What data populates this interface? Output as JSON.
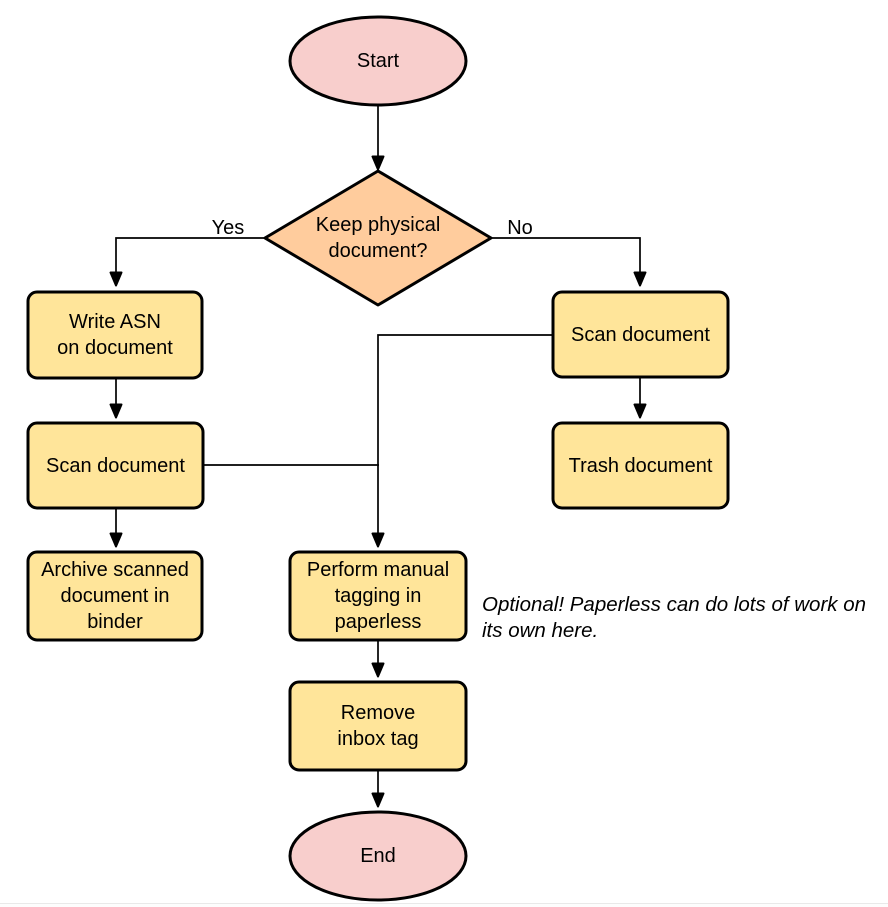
{
  "colors": {
    "terminal": "#f8cecc",
    "process": "#ffe59a",
    "decision": "#ffcc9d",
    "stroke": "#000000",
    "note_text": "#000000"
  },
  "nodes": {
    "start": {
      "label": "Start",
      "type": "terminal"
    },
    "decision": {
      "label": "Keep physical\ndocument?",
      "type": "decision"
    },
    "write_asn": {
      "label": "Write ASN\non document",
      "type": "process"
    },
    "scan_left": {
      "label": "Scan document",
      "type": "process"
    },
    "archive": {
      "label": "Archive scanned\ndocument in\nbinder",
      "type": "process"
    },
    "scan_right": {
      "label": "Scan document",
      "type": "process"
    },
    "trash": {
      "label": "Trash document",
      "type": "process"
    },
    "tagging": {
      "label": "Perform manual\ntagging in\npaperless",
      "type": "process"
    },
    "remove_inbox": {
      "label": "Remove\ninbox tag",
      "type": "process"
    },
    "end": {
      "label": "End",
      "type": "terminal"
    }
  },
  "edges": {
    "yes_label": "Yes",
    "no_label": "No"
  },
  "note": {
    "text": "Optional! Paperless can do lots of work on\nits own here."
  }
}
